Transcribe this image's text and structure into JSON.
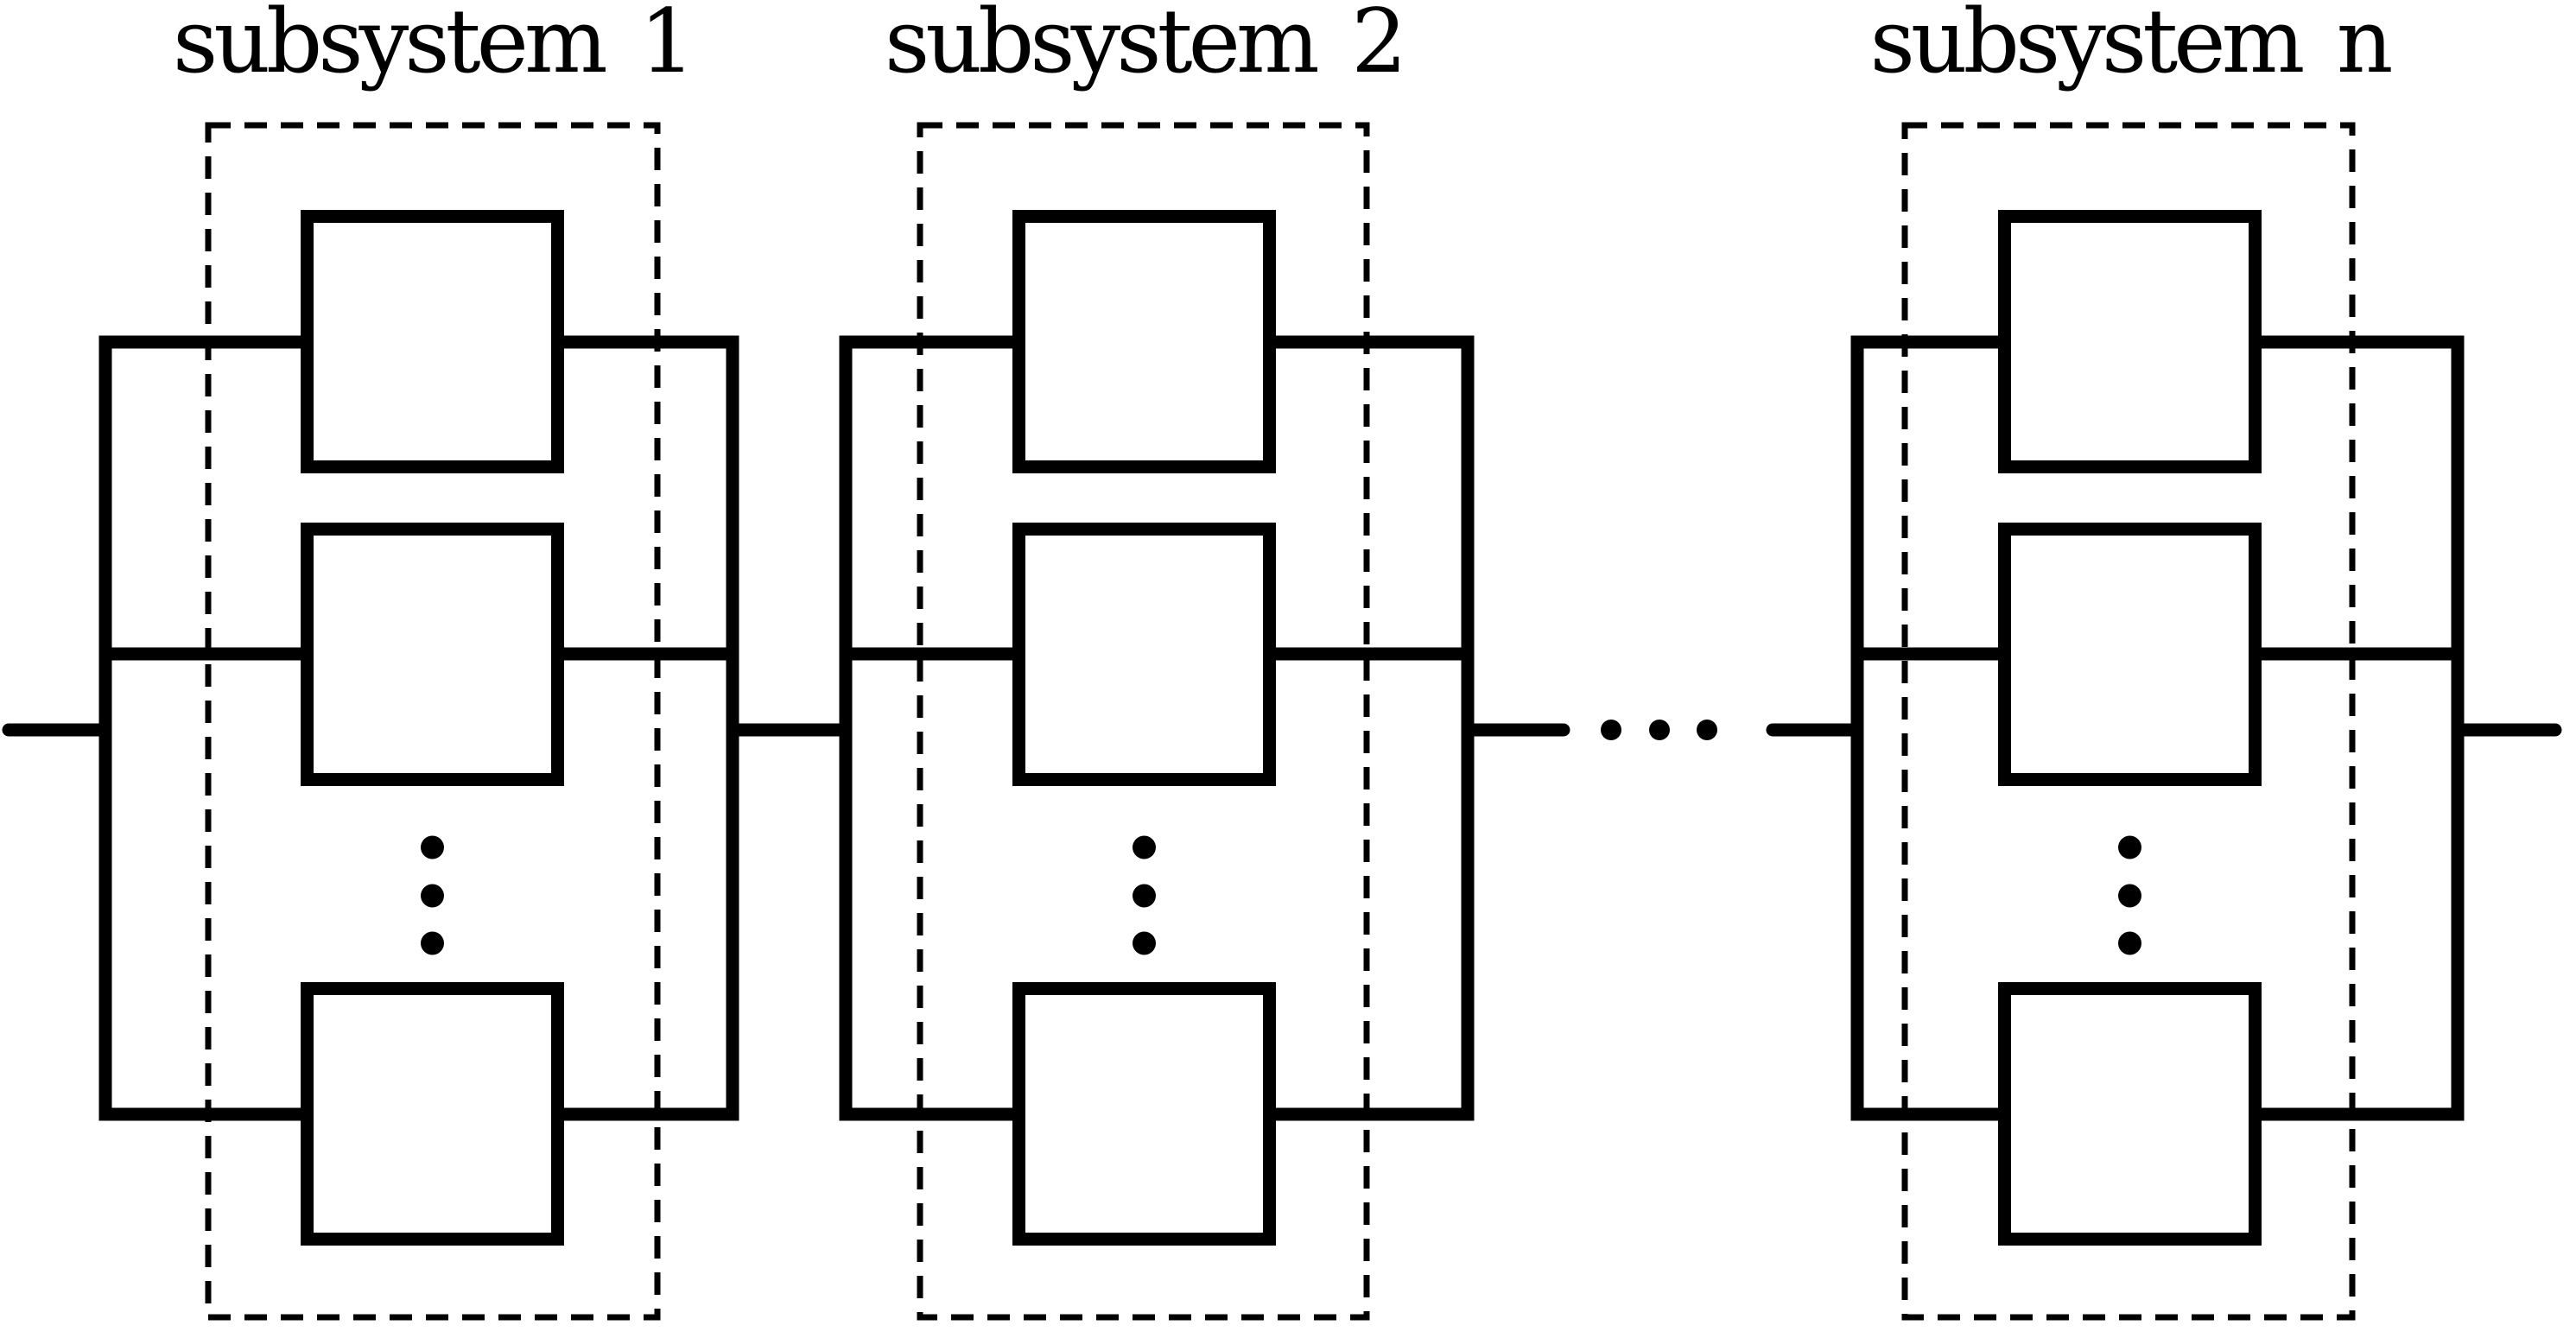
{
  "figure": {
    "type": "series-parallel reliability block diagram",
    "colors": {
      "line": "#000000",
      "background": "#ffffff",
      "box_fill": "#ffffff"
    },
    "subsystems": [
      {
        "id": "subsystem-1",
        "label": "subsystem 1",
        "visible_component_boxes": 3,
        "vertical_ellipsis_dots": 3
      },
      {
        "id": "subsystem-2",
        "label": "subsystem 2",
        "visible_component_boxes": 3,
        "vertical_ellipsis_dots": 3
      },
      {
        "id": "subsystem-n",
        "label": "subsystem n",
        "visible_component_boxes": 3,
        "vertical_ellipsis_dots": 3
      }
    ],
    "trunk": {
      "horizontal_ellipsis_dots": 3,
      "ellipsis_location": "between subsystem 2 and subsystem n",
      "input_stub": "left edge",
      "output_stub": "right edge"
    }
  }
}
